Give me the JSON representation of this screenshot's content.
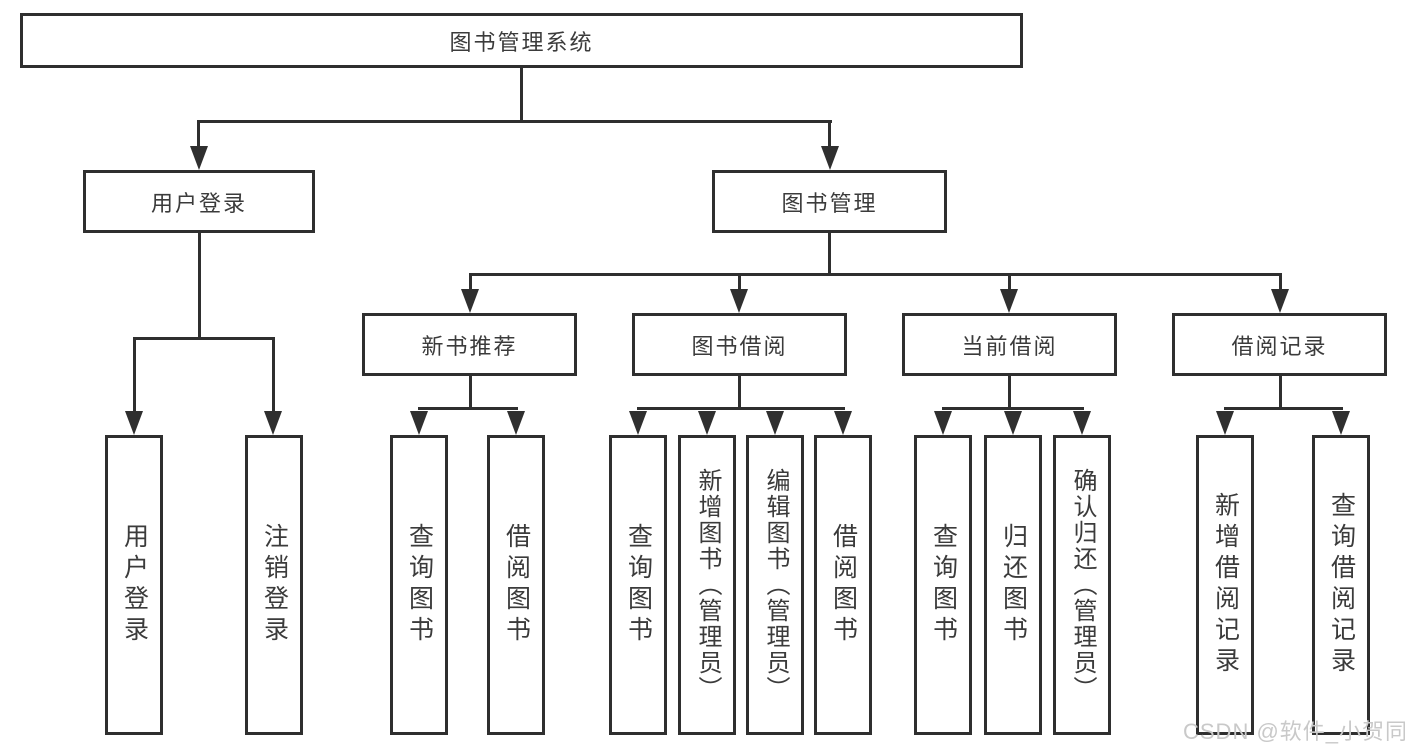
{
  "title": "图书管理系统",
  "colors": {
    "line": "#2f2f2f",
    "text": "#3b3b3b",
    "background": "#ffffff",
    "watermark": "#c9c9c9"
  },
  "nodes": {
    "root": {
      "label": "图书管理系统"
    },
    "userLogin": {
      "label": "用户登录"
    },
    "bookMgmt": {
      "label": "图书管理"
    },
    "newBooks": {
      "label": "新书推荐"
    },
    "bookBorrow": {
      "label": "图书借阅"
    },
    "currentBorrow": {
      "label": "当前借阅"
    },
    "borrowRecords": {
      "label": "借阅记录"
    },
    "leafUserLogin": {
      "label": "用户登录"
    },
    "leafLogout": {
      "label": "注销登录"
    },
    "leafQueryBooks1": {
      "label": "查询图书"
    },
    "leafBorrowBooks1": {
      "label": "借阅图书"
    },
    "leafQueryBooks2": {
      "label": "查询图书"
    },
    "leafAddBooks": {
      "label": "新增图书（管理员）"
    },
    "leafEditBooks": {
      "label": "编辑图书（管理员）"
    },
    "leafBorrowBooks2": {
      "label": "借阅图书"
    },
    "leafQueryBooks3": {
      "label": "查询图书"
    },
    "leafReturnBooks": {
      "label": "归还图书"
    },
    "leafConfirmReturn": {
      "label": "确认归还（管理员）"
    },
    "leafAddRecord": {
      "label": "新增借阅记录"
    },
    "leafQueryRecord": {
      "label": "查询借阅记录"
    }
  },
  "watermark": {
    "text": "CSDN @软件_小贺同学"
  }
}
